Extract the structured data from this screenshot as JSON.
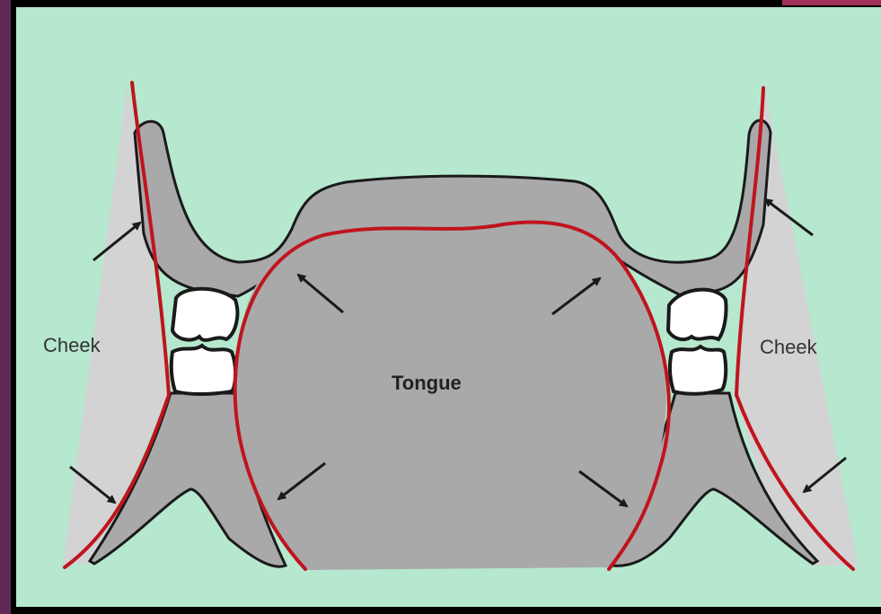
{
  "labels": {
    "cheek_left": "Cheek",
    "cheek_right": "Cheek",
    "tongue": "Tongue"
  },
  "colors": {
    "background": "#b5e8cf",
    "tissue": "#a9a9a9",
    "cheek_fill": "#d3d3d3",
    "pressure_line": "#c0141e",
    "outline": "#1a1a1a",
    "frame_accent": "#5e2a55"
  }
}
